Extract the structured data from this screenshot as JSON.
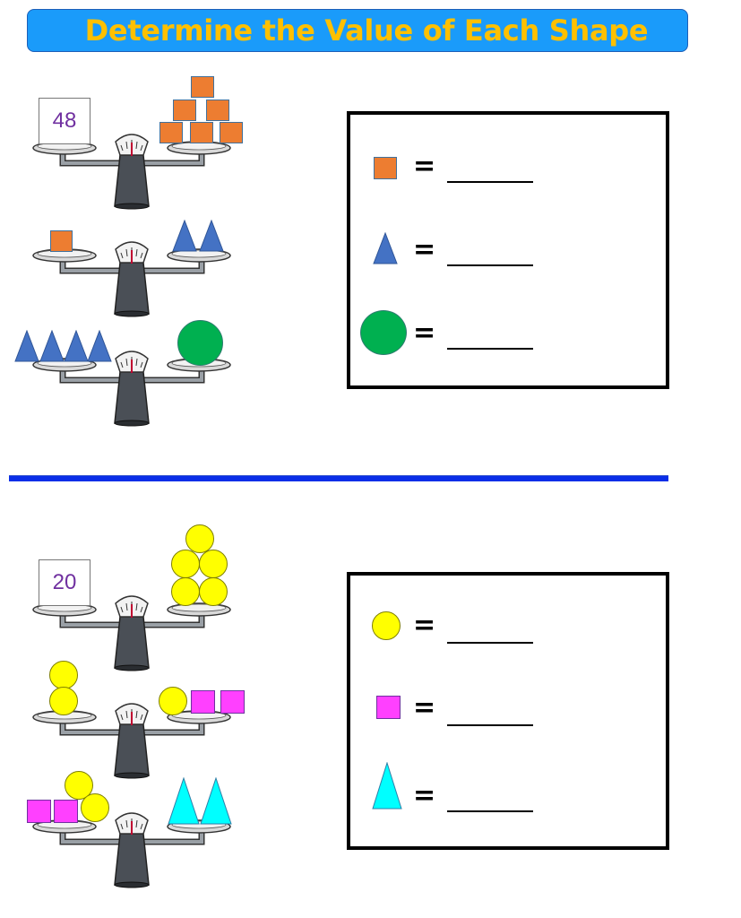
{
  "header": {
    "title": "Determine the Value of Each Shape",
    "bg_color": "#1a9bfa",
    "text_color": "#ffc000"
  },
  "colors": {
    "orange_square": "#ed7d31",
    "blue_triangle": "#4472c4",
    "green_circle": "#00b050",
    "yellow_circle": "#ffff00",
    "pink_square": "#ff40ff",
    "cyan_triangle": "#00ffff",
    "divider": "#0a2ee8",
    "number_text": "#7030a0"
  },
  "puzzle1": {
    "scales": [
      {
        "left": {
          "number": "48"
        },
        "right": {
          "shapes": [
            "orange-square",
            "orange-square",
            "orange-square",
            "orange-square",
            "orange-square",
            "orange-square"
          ]
        }
      },
      {
        "left": {
          "shapes": [
            "orange-square"
          ]
        },
        "right": {
          "shapes": [
            "blue-triangle",
            "blue-triangle"
          ]
        }
      },
      {
        "left": {
          "shapes": [
            "blue-triangle",
            "blue-triangle",
            "blue-triangle",
            "blue-triangle"
          ]
        },
        "right": {
          "shapes": [
            "green-circle"
          ]
        }
      }
    ],
    "answers": [
      {
        "shape": "orange-square",
        "equals": "=",
        "blank": ""
      },
      {
        "shape": "blue-triangle",
        "equals": "=",
        "blank": ""
      },
      {
        "shape": "green-circle",
        "equals": "=",
        "blank": ""
      }
    ]
  },
  "puzzle2": {
    "scales": [
      {
        "left": {
          "number": "20"
        },
        "right": {
          "shapes": [
            "yellow-circle",
            "yellow-circle",
            "yellow-circle",
            "yellow-circle",
            "yellow-circle"
          ]
        }
      },
      {
        "left": {
          "shapes": [
            "yellow-circle",
            "yellow-circle"
          ]
        },
        "right": {
          "shapes": [
            "yellow-circle",
            "pink-square",
            "pink-square"
          ]
        }
      },
      {
        "left": {
          "shapes": [
            "pink-square",
            "pink-square",
            "yellow-circle",
            "yellow-circle"
          ]
        },
        "right": {
          "shapes": [
            "cyan-triangle",
            "cyan-triangle"
          ]
        }
      }
    ],
    "answers": [
      {
        "shape": "yellow-circle",
        "equals": "=",
        "blank": ""
      },
      {
        "shape": "pink-square",
        "equals": "=",
        "blank": ""
      },
      {
        "shape": "cyan-triangle",
        "equals": "=",
        "blank": ""
      }
    ]
  }
}
